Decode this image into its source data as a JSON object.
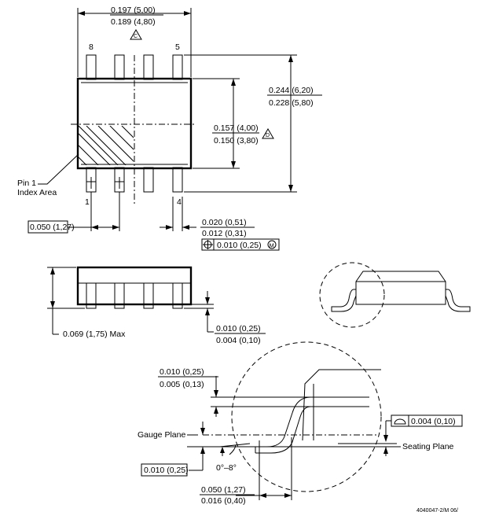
{
  "top_view": {
    "width_max": "0.197 (5,00)",
    "width_min": "0.189 (4,80)",
    "width_note": "C",
    "pin_top_left": "8",
    "pin_top_right": "5",
    "pin_bottom_left": "1",
    "pin_bottom_right": "4",
    "overall_max": "0.244 (6,20)",
    "overall_min": "0.228 (5,80)",
    "body_width_max": "0.157 (4,00)",
    "body_width_min": "0.150 (3,80)",
    "body_width_note": "D",
    "pin1_label_line1": "Pin 1",
    "pin1_label_line2": "Index Area",
    "pitch": "0.050 (1,27)",
    "lead_width_max": "0.020 (0,51)",
    "lead_width_min": "0.012 (0,31)",
    "position_tol": "0.010 (0,25)",
    "mmc_symbol": "M"
  },
  "side_view": {
    "height_max": "0.069 (1,75) Max",
    "standoff_max": "0.010 (0,25)",
    "standoff_min": "0.004 (0,10)"
  },
  "detail": {
    "lead_thickness_max": "0.010 (0,25)",
    "lead_thickness_min": "0.005 (0,13)",
    "gauge_plane": "Gauge Plane",
    "gauge_height": "0.010 (0,25)",
    "angle": "0°–8°",
    "coplanarity": "0.004 (0,10)",
    "seating_plane": "Seating Plane",
    "foot_length_max": "0.050 (1,27)",
    "foot_length_min": "0.016 (0,40)"
  },
  "footer": {
    "drawing_id": "4040047-2/M 06/"
  }
}
